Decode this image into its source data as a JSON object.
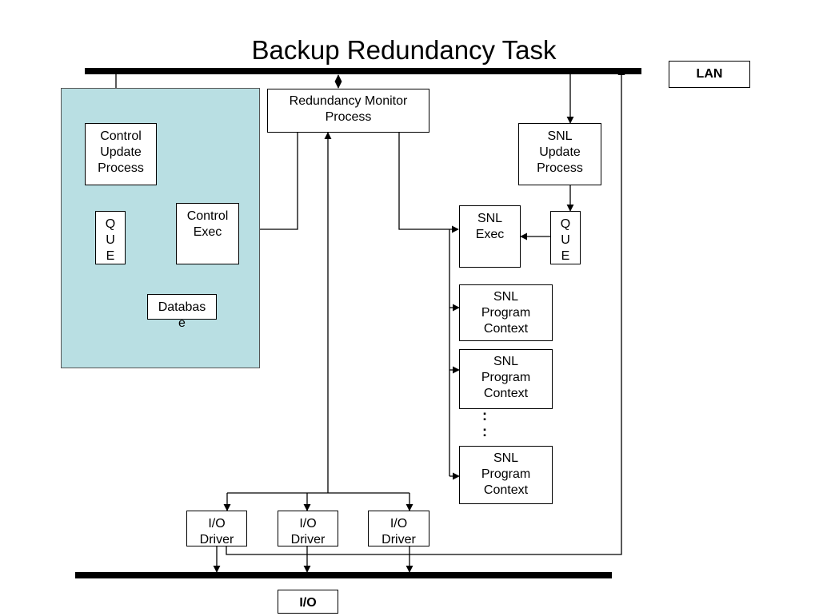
{
  "title": "Backup Redundancy Task",
  "lan_label": "LAN",
  "io_label": "I/O",
  "redundancy_monitor": [
    "Redundancy Monitor",
    "Process"
  ],
  "control_update": [
    "Control",
    "Update",
    "Process"
  ],
  "control_que": [
    "Q",
    "U",
    "E"
  ],
  "control_exec": [
    "Control",
    "Exec"
  ],
  "database": [
    "Databas",
    "e"
  ],
  "snl_update": [
    "SNL",
    "Update",
    "Process"
  ],
  "snl_que": [
    "Q",
    "U",
    "E"
  ],
  "snl_exec": [
    "SNL",
    "Exec"
  ],
  "snl_contexts": [
    [
      "SNL",
      "Program",
      "Context"
    ],
    [
      "SNL",
      "Program",
      "Context"
    ],
    [
      "SNL",
      "Program",
      "Context"
    ]
  ],
  "ellipsis": [
    ":",
    ":"
  ],
  "io_drivers": [
    [
      "I/O",
      "Driver"
    ],
    [
      "I/O",
      "Driver"
    ],
    [
      "I/O",
      "Driver"
    ]
  ]
}
